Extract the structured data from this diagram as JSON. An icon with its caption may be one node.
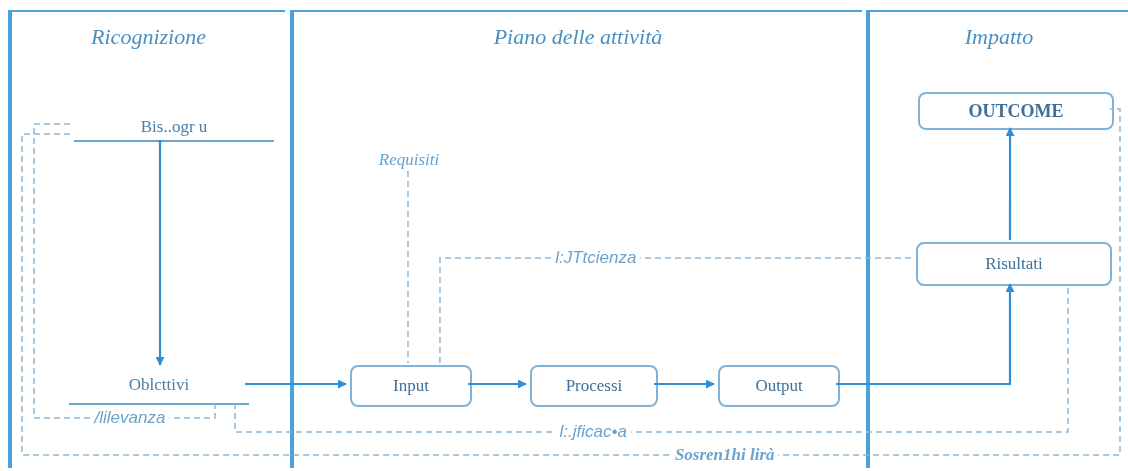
{
  "diagram": {
    "nodes": [
      {
        "text": [
          "Ricognizione"
        ]
      },
      {
        "text": [
          "Piano delle attività"
        ]
      },
      {
        "text": [
          "Impatto"
        ]
      },
      {
        "text": [
          "Bis..ogr u"
        ],
        "in": 0
      },
      {
        "text": [
          "Oblcttivi"
        ],
        "in": 0
      },
      {
        "text": [
          "Requisiti"
        ],
        "in": 1
      },
      {
        "text": [
          "Input"
        ],
        "in": 1
      },
      {
        "text": [
          "Processi"
        ],
        "in": 1
      },
      {
        "text": [
          "Output"
        ],
        "in": 1
      },
      {
        "text": [
          "OUTCOME"
        ],
        "in": 2
      },
      {
        "text": [
          "Risultati"
        ],
        "in": 2
      }
    ],
    "edges": [
      {
        "from": 3,
        "to": 4,
        "arrow": "to"
      },
      {
        "from": 4,
        "to": 6,
        "arrow": "to"
      },
      {
        "from": 6,
        "to": 7,
        "arrow": "to"
      },
      {
        "from": 7,
        "to": 8,
        "arrow": "to"
      },
      {
        "from": 8,
        "to": 10,
        "arrow": "to"
      },
      {
        "from": 10,
        "to": 9,
        "arrow": "to"
      },
      {
        "from": 5,
        "to": 6,
        "arrow": "none",
        "style": "dashed",
        "color": "#8fb6d4"
      },
      {
        "from": 6,
        "to": 10,
        "arrow": "none",
        "style": "dashed",
        "color": "#8fb6d4",
        "label": "l:JTtcienza"
      },
      {
        "from": 4,
        "to": 10,
        "arrow": "none",
        "style": "dashed",
        "color": "#8fb6d4",
        "label": "l:.jficac•a"
      },
      {
        "from": 3,
        "to": 4,
        "arrow": "none",
        "style": "dashed",
        "color": "#8fb6d4",
        "label": "/lilevanza"
      },
      {
        "from": 3,
        "to": 9,
        "arrow": "none",
        "style": "dashed",
        "color": "#8fb6d4",
        "label": "Sosren1hi lirà"
      }
    ]
  }
}
